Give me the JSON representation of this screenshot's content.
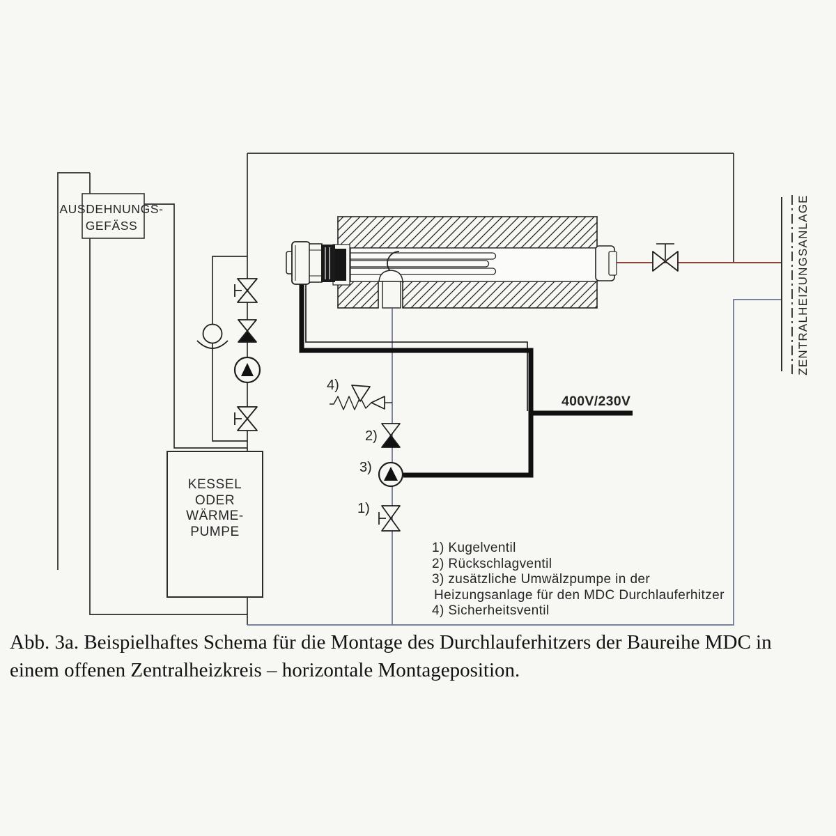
{
  "diagram": {
    "labels": {
      "expansion_line1": "AUSDEHNUNGS-",
      "expansion_line2": "GEFÄSS",
      "boiler_line1": "KESSEL",
      "boiler_line2": "ODER",
      "boiler_line3": "WÄRME-",
      "boiler_line4": "PUMPE",
      "central_heating": "ZENTRALHEIZUNGSANLAGE",
      "power": "400V/230V",
      "callout_1": "1)",
      "callout_2": "2)",
      "callout_3": "3)",
      "callout_4": "4)"
    },
    "legend": {
      "line1": "1) Kugelventil",
      "line2": "2) Rückschlagventil",
      "line3": "3) zusätzliche Umwälzpumpe in der",
      "line4": "Heizungsanlage für den MDC Durchlauferhitzer",
      "line5": "4) Sicherheitsventil"
    },
    "colors": {
      "pipe_line": "#2b2b2b",
      "return_line": "#6a7090",
      "flow_line": "#8e4238",
      "cable": "#101010"
    }
  },
  "caption": {
    "line1": "Abb. 3a. Beispielhaftes Schema für die Montage des Durchlauferhitzers der Baureihe MDC in",
    "line2": "einem offenen Zentralheizkreis – horizontale Montageposition."
  }
}
